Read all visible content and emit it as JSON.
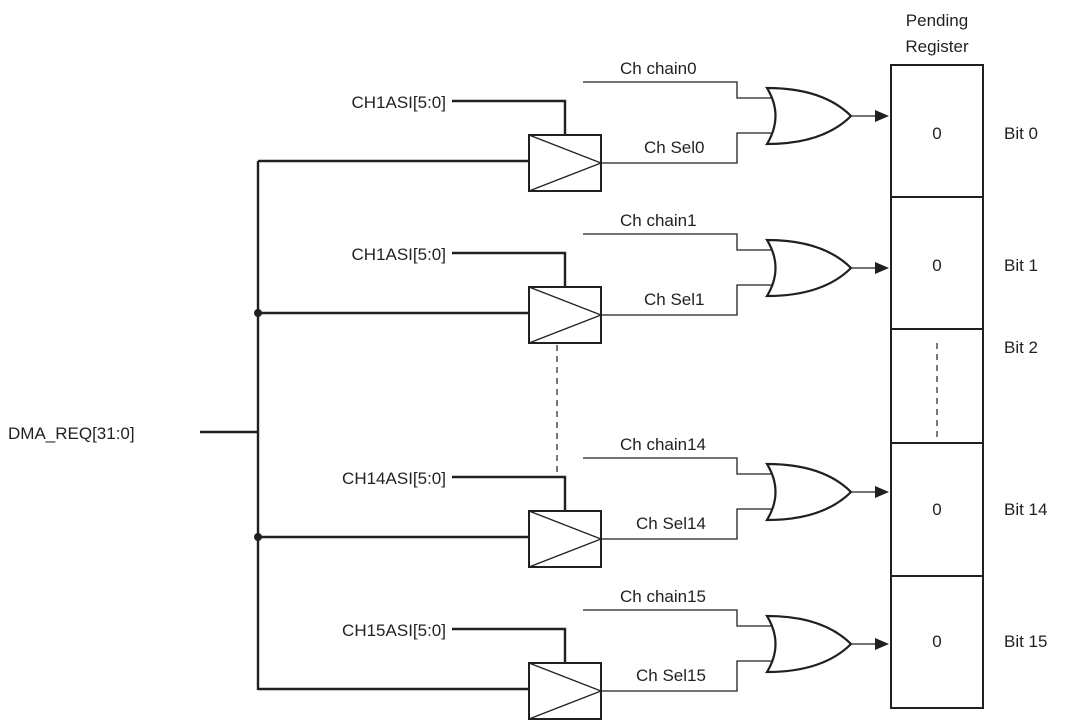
{
  "register": {
    "title_line1": "Pending",
    "title_line2": "Register",
    "bits": [
      {
        "value": "0",
        "label": "Bit 0"
      },
      {
        "value": "0",
        "label": "Bit 1"
      },
      {
        "value": "",
        "label": "Bit 2"
      },
      {
        "value": "0",
        "label": "Bit 14"
      },
      {
        "value": "0",
        "label": "Bit 15"
      }
    ]
  },
  "input_bus": "DMA_REQ[31:0]",
  "channels": [
    {
      "asi": "CH1ASI[5:0]",
      "chain": "Ch chain0",
      "sel": "Ch Sel0"
    },
    {
      "asi": "CH1ASI[5:0]",
      "chain": "Ch chain1",
      "sel": "Ch Sel1"
    },
    {
      "asi": "CH14ASI[5:0]",
      "chain": "Ch chain14",
      "sel": "Ch Sel14"
    },
    {
      "asi": "CH15ASI[5:0]",
      "chain": "Ch chain15",
      "sel": "Ch Sel15"
    }
  ],
  "colors": {
    "line": "#231f20",
    "background": "#ffffff"
  }
}
